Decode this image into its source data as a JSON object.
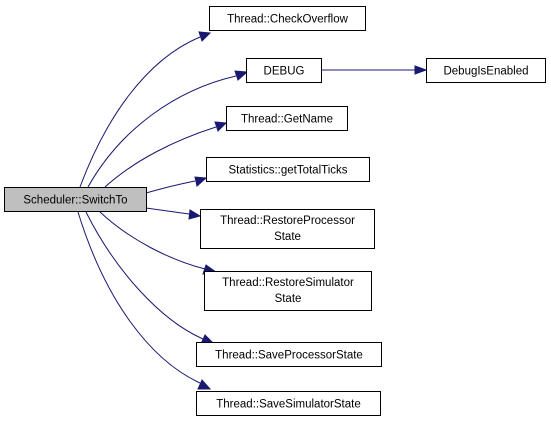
{
  "colors": {
    "edge": "#191970",
    "node_fill": "#ffffff",
    "root_fill": "#bfbfbf",
    "border": "#000000"
  },
  "nodes": {
    "root": {
      "lines": [
        "Scheduler::SwitchTo"
      ]
    },
    "check_overflow": {
      "lines": [
        "Thread::CheckOverflow"
      ]
    },
    "debug": {
      "lines": [
        "DEBUG"
      ]
    },
    "debug_is_enabled": {
      "lines": [
        "DebugIsEnabled"
      ]
    },
    "get_name": {
      "lines": [
        "Thread::GetName"
      ]
    },
    "get_total_ticks": {
      "lines": [
        "Statistics::getTotalTicks"
      ]
    },
    "restore_processor_state": {
      "lines": [
        "Thread::RestoreProcessor",
        "State"
      ]
    },
    "restore_simulator_state": {
      "lines": [
        "Thread::RestoreSimulator",
        "State"
      ]
    },
    "save_processor_state": {
      "lines": [
        "Thread::SaveProcessorState"
      ]
    },
    "save_simulator_state": {
      "lines": [
        "Thread::SaveSimulatorState"
      ]
    }
  }
}
